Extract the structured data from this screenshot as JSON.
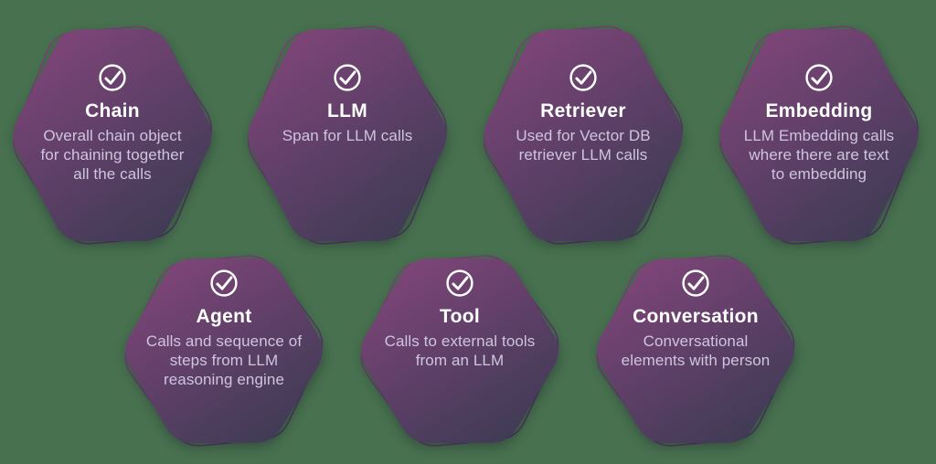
{
  "background_color": "#47714f",
  "style": {
    "hex_gradient_from": "#82467a",
    "hex_gradient_mid": "#63406a",
    "hex_gradient_to": "#3e3b54",
    "outline_color_top": "#7d4577",
    "outline_color_bottom": "#45395a",
    "title_color": "#ffffff",
    "description_color": "#cfc5de"
  },
  "card_icon": "check-circle",
  "cards": [
    {
      "title": "Chain",
      "description_lines": [
        "Overall chain object",
        "for chaining together",
        "all the calls"
      ]
    },
    {
      "title": "LLM",
      "description_lines": [
        "Span for LLM calls"
      ]
    },
    {
      "title": "Retriever",
      "description_lines": [
        "Used for Vector DB",
        "retriever LLM calls"
      ]
    },
    {
      "title": "Embedding",
      "description_lines": [
        "LLM Embedding calls",
        "where there are text",
        "to embedding"
      ]
    },
    {
      "title": "Agent",
      "description_lines": [
        "Calls and sequence of",
        "steps from LLM",
        "reasoning engine"
      ]
    },
    {
      "title": "Tool",
      "description_lines": [
        "Calls to external tools",
        "from an LLM"
      ]
    },
    {
      "title": "Conversation",
      "description_lines": [
        "Conversational",
        "elements with person"
      ]
    }
  ]
}
